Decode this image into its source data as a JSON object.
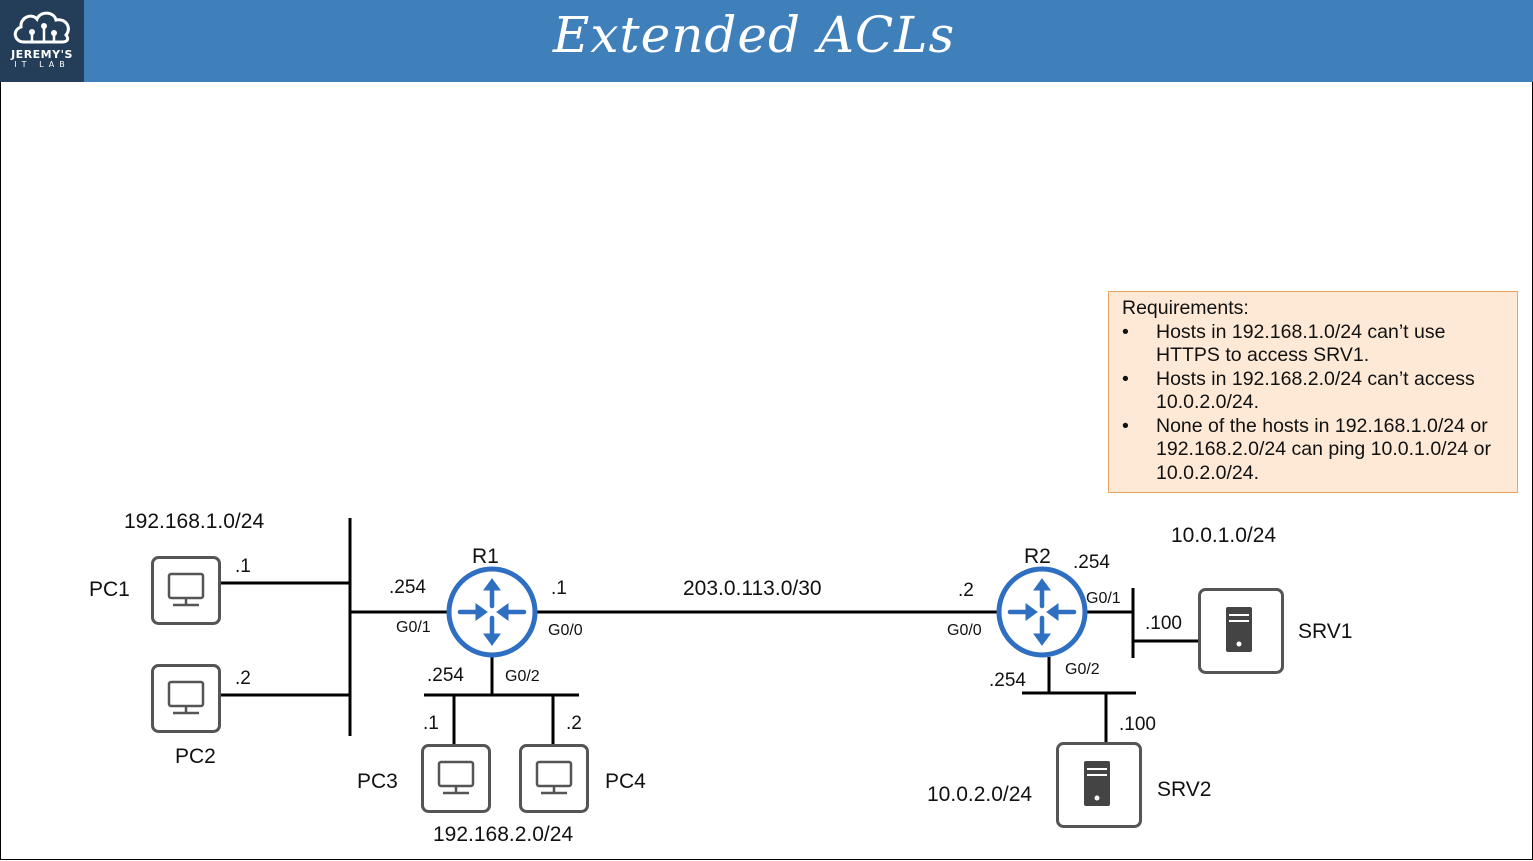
{
  "header": {
    "title": "Extended ACLs",
    "logo_line1": "JEREMY'S",
    "logo_line2": "IT LAB"
  },
  "colors": {
    "header": "#3f7fba",
    "logo_bg": "#243d58",
    "router": "#2f6fc2",
    "req_bg": "#fde9d6",
    "req_border": "#e8a35e"
  },
  "requirements": {
    "heading": "Requirements:",
    "items": [
      "Hosts in 192.168.1.0/24 can’t use HTTPS to access SRV1.",
      "Hosts in 192.168.2.0/24 can’t access 10.0.2.0/24.",
      "None of the hosts in 192.168.1.0/24 or 192.168.2.0/24 can ping 10.0.1.0/24 or 10.0.2.0/24."
    ]
  },
  "networks": {
    "lan1": "192.168.1.0/24",
    "lan2": "192.168.2.0/24",
    "wan": "203.0.113.0/30",
    "srv_net1": "10.0.1.0/24",
    "srv_net2": "10.0.2.0/24"
  },
  "devices": {
    "pc1": "PC1",
    "pc2": "PC2",
    "pc3": "PC3",
    "pc4": "PC4",
    "r1": "R1",
    "r2": "R2",
    "srv1": "SRV1",
    "srv2": "SRV2"
  },
  "interfaces": {
    "r1_g01": "G0/1",
    "r1_g00": "G0/0",
    "r1_g02": "G0/2",
    "r2_g00": "G0/0",
    "r2_g01": "G0/1",
    "r2_g02": "G0/2"
  },
  "addresses": {
    "pc1": ".1",
    "pc2": ".2",
    "r1_g01": ".254",
    "r1_g00": ".1",
    "r1_g02": ".254",
    "pc3": ".1",
    "pc4": ".2",
    "r2_g00": ".2",
    "r2_g01": ".254",
    "r2_g02": ".254",
    "srv1": ".100",
    "srv2": ".100"
  }
}
